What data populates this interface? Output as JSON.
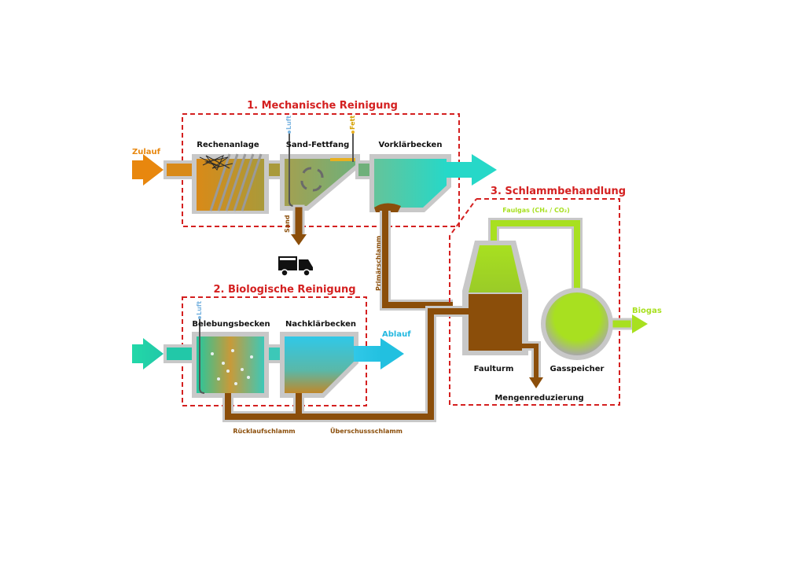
{
  "sections": {
    "mechanical": "1. Mechanische Reinigung",
    "biological": "2. Biologische Reinigung",
    "sludge": "3. Schlammbehandlung"
  },
  "units": {
    "rechen": "Rechenanlage",
    "sandfett": "Sand-Fettfang",
    "vorklaer": "Vorklärbecken",
    "belebung": "Belebungsbecken",
    "nachklaer": "Nachklärbecken",
    "faulturm": "Faulturm",
    "gasspeicher": "Gasspeicher"
  },
  "flows": {
    "zulauf": "Zulauf",
    "ablauf": "Ablauf",
    "biogas": "Biogas",
    "luft1": "Luft",
    "luft2": "Luft",
    "fett": "Fett",
    "sand": "Sand",
    "primaer": "Primärschlamm",
    "ruecklauf": "Rücklaufschlamm",
    "ueberschuss": "Überschussschlamm",
    "faulgas": "Faulgas (CH₄ / CO₂)",
    "mengen": "Mengenreduzierung"
  },
  "colors": {
    "section_red": "#d42020",
    "wall_gray": "#c8c8c8",
    "sludge_brown": "#8b4e0a",
    "water_cyan": "#22d8d0",
    "gas_green": "#a8e020",
    "inflow_orange": "#e8870e"
  },
  "icons": [
    "truck-icon",
    "rake-icon",
    "rotation-icon"
  ]
}
